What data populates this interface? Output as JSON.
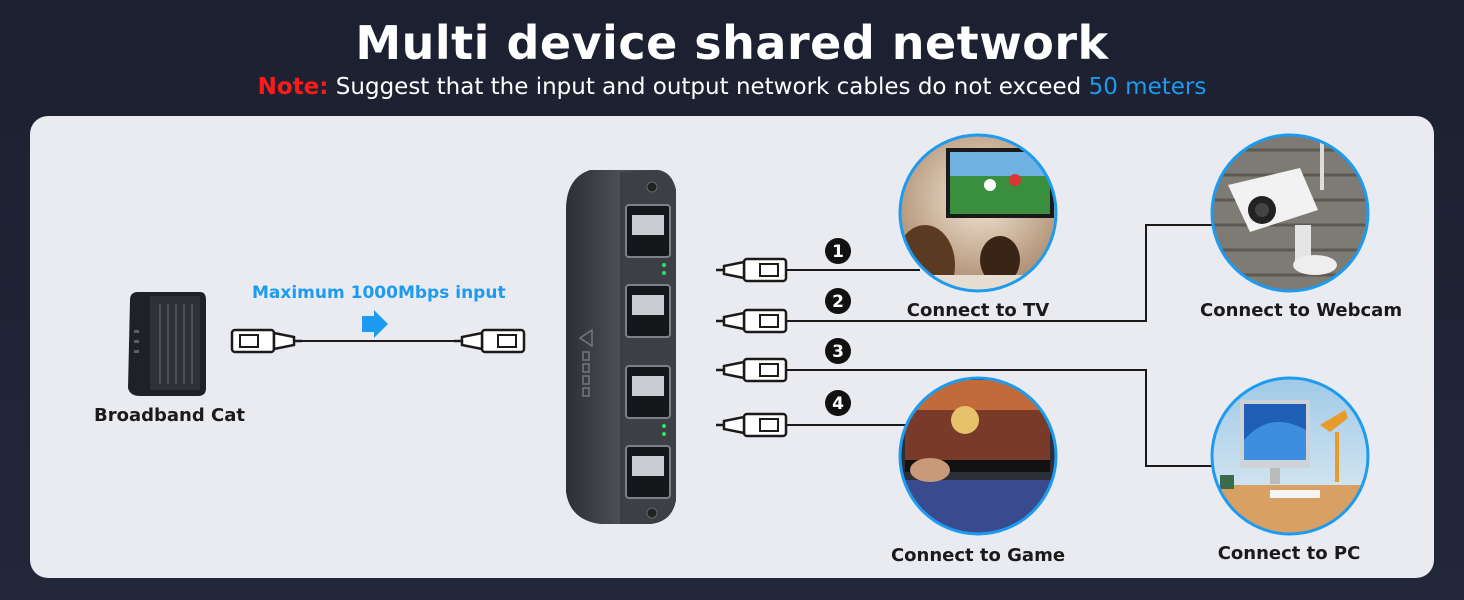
{
  "header": {
    "title": "Multi device shared network",
    "note_label": "Note:",
    "note_text": "Suggest that the input and output network cables do not exceed",
    "note_limit": "50 meters"
  },
  "input": {
    "device_label": "Broadband Cat",
    "speed_label": "Maximum 1000Mbps input"
  },
  "ports": [
    {
      "number": "1",
      "label": "Connect to TV"
    },
    {
      "number": "2",
      "label": "Connect to Webcam"
    },
    {
      "number": "3",
      "label": "Connect to PC"
    },
    {
      "number": "4",
      "label": "Connect to Game"
    }
  ],
  "colors": {
    "note_red": "#ff1a1a",
    "accent_blue": "#1d9bf0",
    "panel": "#e9ebf1",
    "background": "#1c2030"
  }
}
